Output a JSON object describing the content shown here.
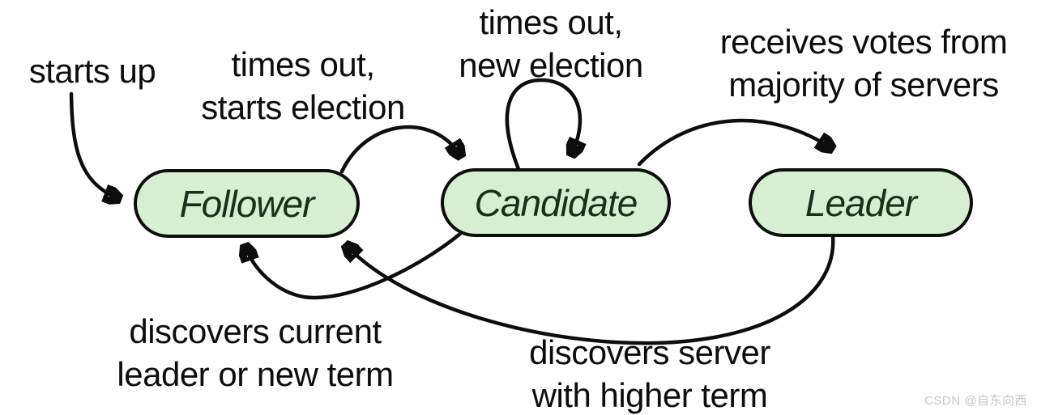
{
  "diagram": {
    "states": [
      {
        "label": "Follower"
      },
      {
        "label": "Candidate"
      },
      {
        "label": "Leader"
      }
    ],
    "transitions": [
      {
        "name": "starts-up",
        "from": null,
        "to": "Follower",
        "label": "starts up"
      },
      {
        "name": "follower-to-candidate",
        "from": "Follower",
        "to": "Candidate",
        "label": "times out,\nstarts election"
      },
      {
        "name": "candidate-self-loop",
        "from": "Candidate",
        "to": "Candidate",
        "label": "times out,\nnew election"
      },
      {
        "name": "candidate-to-leader",
        "from": "Candidate",
        "to": "Leader",
        "label": "receives votes from\nmajority of servers"
      },
      {
        "name": "candidate-to-follower",
        "from": "Candidate",
        "to": "Follower",
        "label": "discovers current\nleader or new term"
      },
      {
        "name": "leader-to-follower",
        "from": "Leader",
        "to": "Follower",
        "label": "discovers server\nwith higher term"
      }
    ],
    "colors": {
      "state_fill": "#d6efd0",
      "state_border": "#0d0d0d",
      "arrow": "#0d0d0d",
      "label_text": "#0d0d0d",
      "watermark_text": "#c6c6c6",
      "background": "#ffffff"
    }
  },
  "watermark": {
    "text": "CSDN @自东向西"
  }
}
